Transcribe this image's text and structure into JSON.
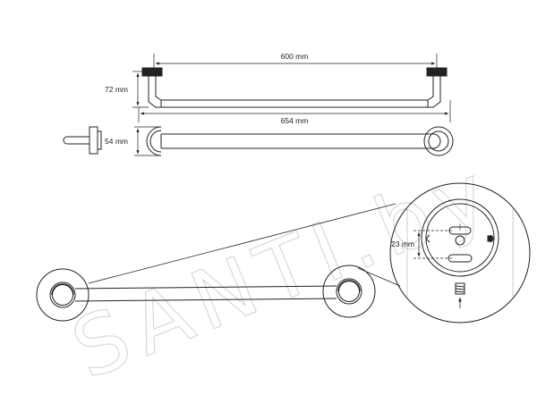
{
  "watermark": {
    "text": "SANTI.by"
  },
  "dimensions": {
    "top_length": "600 mm",
    "overall_length": "654 mm",
    "depth": "72 mm",
    "rosette_diameter": "54 mm",
    "hole_spacing": "23 mm"
  },
  "colors": {
    "line": "#222222",
    "watermark": "#d9d9d9",
    "background": "#ffffff"
  }
}
